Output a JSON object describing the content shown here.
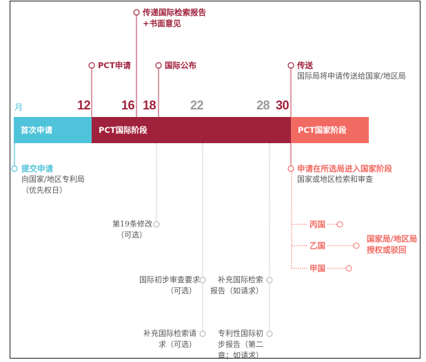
{
  "colors": {
    "first": "#4fc3d9",
    "international": "#a0213b",
    "national": "#f26b63"
  },
  "axis": {
    "unit": "月",
    "months": [
      "12",
      "16",
      "18",
      "22",
      "28",
      "30"
    ]
  },
  "phases": {
    "first": "首次申请",
    "international": "PCT国际阶段",
    "national": "PCT国家阶段"
  },
  "events_top": {
    "pct_filing": "PCT申请",
    "isr_line1": "传递国际检索报告",
    "isr_line2": "+书面意见",
    "publication": "国际公布",
    "transmit_title": "传送",
    "transmit_desc": "国际局将申请传送给国家/地区局"
  },
  "filing": {
    "title": "提交申请",
    "line1": "向国家/地区专利局",
    "line2": "（优先权日）"
  },
  "optional": {
    "art19_1": "第19条修改",
    "art19_2": "（可选）",
    "ipe_1": "国际初步审查要求",
    "ipe_2": "（可选）",
    "sis_req_1": "补充国际检索请",
    "sis_req_2": "求（可选）",
    "sisr_1": "补充国际检索",
    "sisr_2": "报告（如请求）",
    "iprp_1": "专利性国际初",
    "iprp_2": "步报告（第二",
    "iprp_3": "章；如请求）"
  },
  "national": {
    "title": "申请在所选局进入国家阶段",
    "desc": "国家或地区检索和审查",
    "countries": [
      "丙国",
      "乙国",
      "甲国"
    ],
    "result_1": "国家局/地区局",
    "result_2": "授权或驳回"
  }
}
